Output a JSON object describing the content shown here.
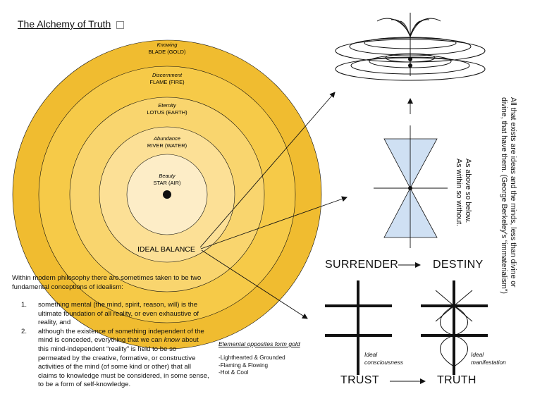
{
  "title": "The Alchemy of Truth",
  "rings": [
    {
      "italic": "Knowing",
      "label": "BLADE (GOLD)",
      "color": "#F0BC30"
    },
    {
      "italic": "Discernment",
      "label": "FLAME (FIRE)",
      "color": "#F6CA48"
    },
    {
      "italic": "Eternity",
      "label": "LOTUS (EARTH)",
      "color": "#F9D56E"
    },
    {
      "italic": "Abundance",
      "label": "RIVER (WATER)",
      "color": "#FCE096"
    },
    {
      "italic": "Beauty",
      "label": "STAR (AIR)",
      "color": "#FDEDC7"
    }
  ],
  "balance_label": "IDEAL BALANCE",
  "intro_text": "Within modern philosophy there are sometimes taken to be two fundamental conceptions of idealism:",
  "list": [
    {
      "num": "1.",
      "text": "something mental (the mind, spirit, reason, will) is the ultimate foundation of all reality, or even exhaustive of reality, and"
    },
    {
      "num": "2.",
      "pre": "although the existence of something independent of the mind is conceded, everything that we can ",
      "em": "know",
      "post": " about this mind-independent “reality” is held to be so permeated by the creative, formative, or constructive activities of the mind (of some kind or other) that all claims to knowledge must be considered, in some sense, to be a form of self-knowledge."
    }
  ],
  "gold_title": "Elemental opposites form gold",
  "gold_items": [
    "-Lighthearted & Grounded",
    "-Flaming & Flowing",
    "-Hot & Cool"
  ],
  "words": {
    "surrender": "SURRENDER",
    "destiny": "DESTINY",
    "trust": "TRUST",
    "truth": "TRUTH"
  },
  "ideal_consciousness": [
    "Ideal",
    "consciousness"
  ],
  "ideal_manifestation": [
    "Ideal",
    "manifestation"
  ],
  "as_above": [
    "As above so below.",
    "As within so without."
  ],
  "berkeley": [
    "All that exists are ideas and the minds, less than divine or",
    "divine, that have them. (George Berkeley’s “immaterialism”)"
  ],
  "colors": {
    "cone_fill": "#CFE0F3",
    "line": "#111111"
  }
}
